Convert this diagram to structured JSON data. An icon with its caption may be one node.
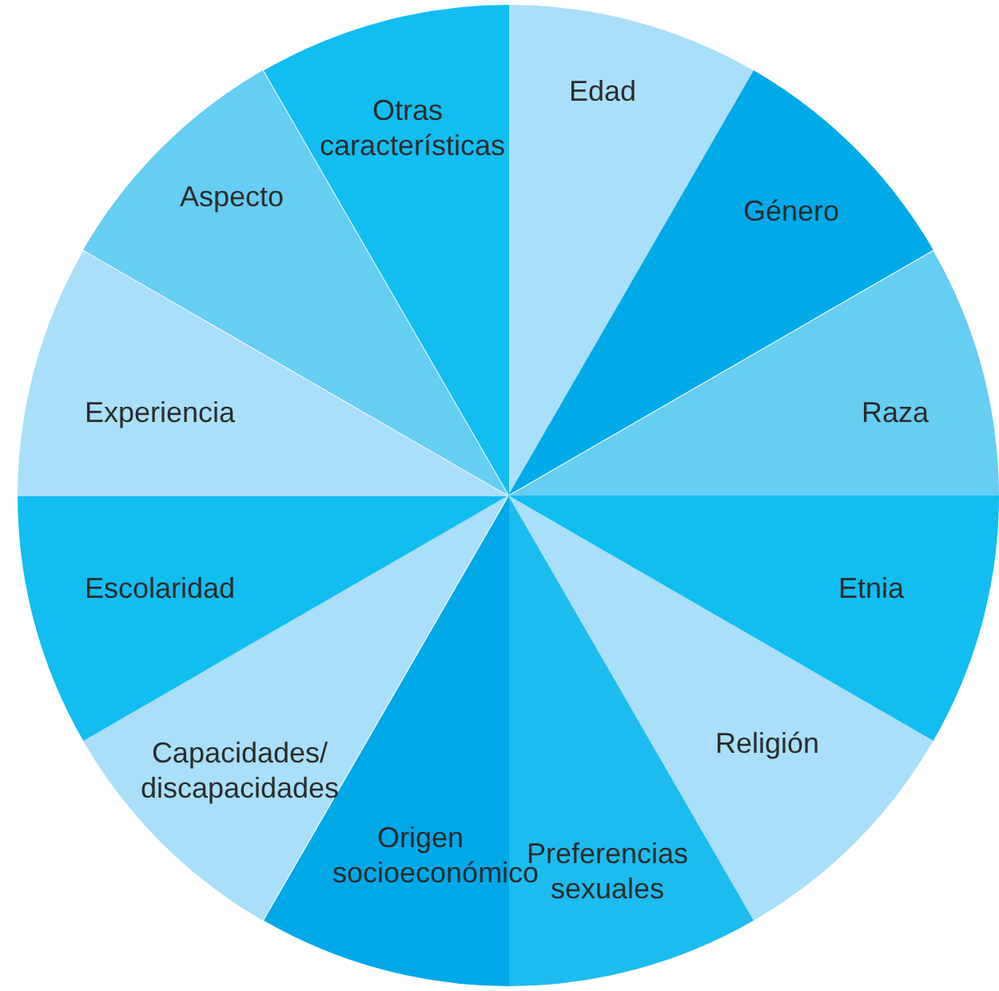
{
  "diagram": {
    "nodes": [
      {
        "text": [
          "Edad"
        ]
      },
      {
        "text": [
          "Género"
        ]
      },
      {
        "text": [
          "Raza"
        ]
      },
      {
        "text": [
          "Etnia"
        ]
      },
      {
        "text": [
          "Religión"
        ]
      },
      {
        "text": [
          "Preferencias sexuales"
        ]
      },
      {
        "text": [
          "Origen socioeconómico"
        ]
      },
      {
        "text": [
          "Capacidades/ discapacidades"
        ]
      },
      {
        "text": [
          "Escolaridad"
        ]
      },
      {
        "text": [
          "Experiencia"
        ]
      },
      {
        "text": [
          "Aspecto"
        ]
      },
      {
        "text": [
          "Otras características"
        ]
      }
    ]
  }
}
